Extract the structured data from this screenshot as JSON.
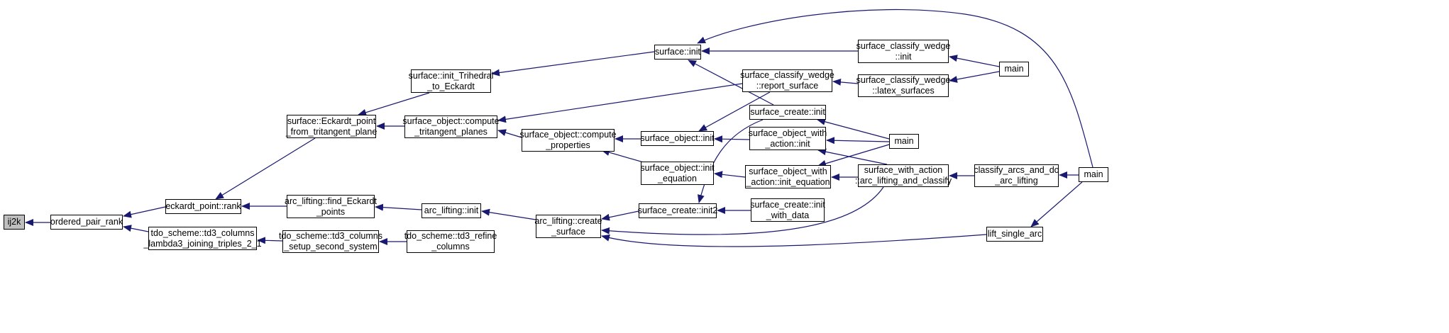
{
  "graph": {
    "edge_color": "#191970",
    "root_fill": "#bfbfbf",
    "nodes": [
      {
        "id": "ij2k",
        "label": "ij2k",
        "root": true
      },
      {
        "id": "ordered_pair_rank",
        "label": "ordered_pair_rank"
      },
      {
        "id": "eckardt_point_rank",
        "label": "eckardt_point::rank"
      },
      {
        "id": "tdo_td3_lambda3",
        "label": "tdo_scheme::td3_columns\n_lambda3_joining_triples_2_1"
      },
      {
        "id": "surface_eckardt_from_tritangent",
        "label": "surface::Eckardt_point\n_from_tritangent_plane"
      },
      {
        "id": "arc_lifting_find_eckardt",
        "label": "arc_lifting::find_Eckardt\n_points"
      },
      {
        "id": "tdo_td3_second_system",
        "label": "tdo_scheme::td3_columns\n_setup_second_system"
      },
      {
        "id": "surface_init_trihedral",
        "label": "surface::init_Trihedral\n_to_Eckardt"
      },
      {
        "id": "surface_object_compute_tritangent",
        "label": "surface_object::compute\n_tritangent_planes"
      },
      {
        "id": "arc_lifting_init",
        "label": "arc_lifting::init"
      },
      {
        "id": "tdo_td3_refine",
        "label": "tdo_scheme::td3_refine\n_columns"
      },
      {
        "id": "surface_object_compute_properties",
        "label": "surface_object::compute\n_properties"
      },
      {
        "id": "arc_lifting_create_surface",
        "label": "arc_lifting::create\n_surface"
      },
      {
        "id": "surface_init",
        "label": "surface::init"
      },
      {
        "id": "surface_object_init",
        "label": "surface_object::init"
      },
      {
        "id": "surface_object_init_equation",
        "label": "surface_object::init\n_equation"
      },
      {
        "id": "surface_create_init2",
        "label": "surface_create::init2"
      },
      {
        "id": "scw_report_surface",
        "label": "surface_classify_wedge\n::report_surface"
      },
      {
        "id": "surface_create_init",
        "label": "surface_create::init"
      },
      {
        "id": "sowa_init",
        "label": "surface_object_with\n_action::init"
      },
      {
        "id": "sowa_init_equation",
        "label": "surface_object_with\n_action::init_equation"
      },
      {
        "id": "surface_create_init_with_data",
        "label": "surface_create::init\n_with_data"
      },
      {
        "id": "scw_init",
        "label": "surface_classify_wedge\n::init"
      },
      {
        "id": "scw_latex_surfaces",
        "label": "surface_classify_wedge\n::latex_surfaces"
      },
      {
        "id": "swa_arc_lifting_and_classify",
        "label": "surface_with_action\n::arc_lifting_and_classify"
      },
      {
        "id": "lift_single_arc",
        "label": "lift_single_arc"
      },
      {
        "id": "main_1",
        "label": "main"
      },
      {
        "id": "main_2",
        "label": "main"
      },
      {
        "id": "classify_arcs_and_do_arc_lifting",
        "label": "classify_arcs_and_do\n_arc_lifting"
      },
      {
        "id": "main_3",
        "label": "main"
      }
    ],
    "edges": [
      {
        "from": "ordered_pair_rank",
        "to": "ij2k"
      },
      {
        "from": "eckardt_point_rank",
        "to": "ordered_pair_rank"
      },
      {
        "from": "tdo_td3_lambda3",
        "to": "ordered_pair_rank"
      },
      {
        "from": "surface_eckardt_from_tritangent",
        "to": "eckardt_point_rank"
      },
      {
        "from": "arc_lifting_find_eckardt",
        "to": "eckardt_point_rank"
      },
      {
        "from": "tdo_td3_second_system",
        "to": "tdo_td3_lambda3"
      },
      {
        "from": "surface_init_trihedral",
        "to": "surface_eckardt_from_tritangent"
      },
      {
        "from": "surface_object_compute_tritangent",
        "to": "surface_eckardt_from_tritangent"
      },
      {
        "from": "arc_lifting_init",
        "to": "arc_lifting_find_eckardt"
      },
      {
        "from": "tdo_td3_refine",
        "to": "tdo_td3_second_system"
      },
      {
        "from": "surface_init",
        "to": "surface_init_trihedral"
      },
      {
        "from": "surface_object_compute_properties",
        "to": "surface_object_compute_tritangent"
      },
      {
        "from": "scw_report_surface",
        "to": "surface_object_compute_tritangent"
      },
      {
        "from": "arc_lifting_create_surface",
        "to": "arc_lifting_init"
      },
      {
        "from": "surface_object_init",
        "to": "surface_object_compute_properties"
      },
      {
        "from": "surface_object_init_equation",
        "to": "surface_object_compute_properties"
      },
      {
        "from": "surface_create_init2",
        "to": "arc_lifting_create_surface"
      },
      {
        "from": "swa_arc_lifting_and_classify",
        "to": "arc_lifting_create_surface"
      },
      {
        "from": "lift_single_arc",
        "to": "arc_lifting_create_surface"
      },
      {
        "from": "scw_init",
        "to": "surface_init"
      },
      {
        "from": "surface_create_init",
        "to": "surface_init"
      },
      {
        "from": "main_3",
        "to": "surface_init"
      },
      {
        "from": "scw_report_surface",
        "to": "surface_object_init"
      },
      {
        "from": "sowa_init",
        "to": "surface_object_init"
      },
      {
        "from": "sowa_init_equation",
        "to": "surface_object_init_equation"
      },
      {
        "from": "surface_create_init",
        "to": "surface_create_init2"
      },
      {
        "from": "surface_create_init_with_data",
        "to": "surface_create_init2"
      },
      {
        "from": "scw_latex_surfaces",
        "to": "scw_report_surface"
      },
      {
        "from": "main_2",
        "to": "surface_create_init"
      },
      {
        "from": "main_2",
        "to": "sowa_init"
      },
      {
        "from": "swa_arc_lifting_and_classify",
        "to": "sowa_init"
      },
      {
        "from": "main_2",
        "to": "sowa_init_equation"
      },
      {
        "from": "swa_arc_lifting_and_classify",
        "to": "sowa_init_equation"
      },
      {
        "from": "main_1",
        "to": "scw_init"
      },
      {
        "from": "main_1",
        "to": "scw_latex_surfaces"
      },
      {
        "from": "classify_arcs_and_do_arc_lifting",
        "to": "swa_arc_lifting_and_classify"
      },
      {
        "from": "main_3",
        "to": "classify_arcs_and_do_arc_lifting"
      },
      {
        "from": "main_3",
        "to": "lift_single_arc"
      }
    ]
  }
}
